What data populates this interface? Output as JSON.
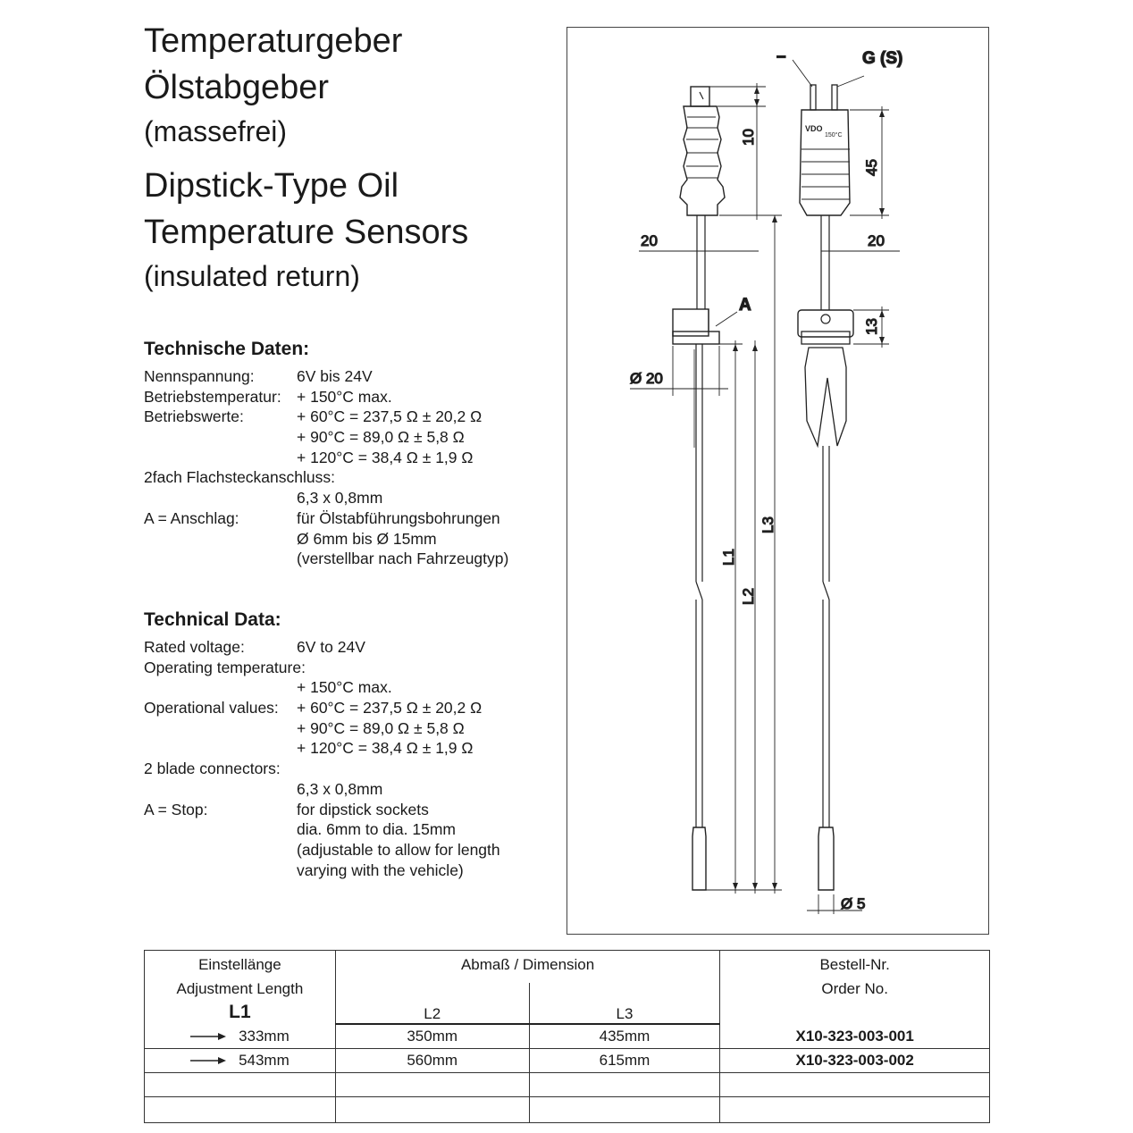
{
  "title": {
    "de_line1": "Temperaturgeber",
    "de_line2": "Ölstabgeber",
    "de_line3": "(massefrei)",
    "en_line1": "Dipstick-Type Oil",
    "en_line2": "Temperature Sensors",
    "en_line3": "(insulated return)"
  },
  "spec_de": {
    "heading": "Technische Daten:",
    "rows": [
      {
        "label": "Nennspannung:",
        "value": "6V bis 24V"
      },
      {
        "label": "Betriebstemperatur:",
        "value": "+ 150°C max."
      },
      {
        "label": "Betriebswerte:",
        "value": "+   60°C = 237,5 Ω ± 20,2 Ω"
      },
      {
        "label": "",
        "value": "+   90°C =   89,0 Ω ±   5,8 Ω"
      },
      {
        "label": "",
        "value": "+ 120°C =   38,4 Ω ±   1,9 Ω"
      },
      {
        "label": "2fach Flachsteckanschluss:",
        "value": ""
      },
      {
        "label": "",
        "value": "6,3 x 0,8mm"
      },
      {
        "label": "A = Anschlag:",
        "value": "für Ölstabführungsbohrungen"
      },
      {
        "label": "",
        "value": "Ø 6mm bis Ø 15mm"
      },
      {
        "label": "",
        "value": "(verstellbar nach Fahrzeugtyp)"
      }
    ]
  },
  "spec_en": {
    "heading": "Technical Data:",
    "rows": [
      {
        "label": "Rated voltage:",
        "value": "6V to 24V"
      },
      {
        "label": "Operating temperature:",
        "value": ""
      },
      {
        "label": "",
        "value": "+ 150°C max."
      },
      {
        "label": "Operational values:",
        "value": "+   60°C = 237,5 Ω ± 20,2 Ω"
      },
      {
        "label": "",
        "value": "+   90°C =   89,0 Ω ±   5,8 Ω"
      },
      {
        "label": "",
        "value": "+ 120°C =   38,4 Ω ±   1,9 Ω"
      },
      {
        "label": "2 blade connectors:",
        "value": ""
      },
      {
        "label": "",
        "value": "6,3 x 0,8mm"
      },
      {
        "label": "A = Stop:",
        "value": "for dipstick sockets"
      },
      {
        "label": "",
        "value": "dia. 6mm to dia. 15mm"
      },
      {
        "label": "",
        "value": "(adjustable to allow for length"
      },
      {
        "label": "",
        "value": "varying with the vehicle)"
      }
    ]
  },
  "drawing": {
    "label_minus": "–",
    "label_g": "G (S)",
    "label_a": "A",
    "dim_10": "10",
    "dim_45": "45",
    "dim_20_left": "20",
    "dim_20_right": "20",
    "dim_13": "13",
    "dim_dia20": "Ø 20",
    "dim_l1": "L1",
    "dim_l2": "L2",
    "dim_l3": "L3",
    "dim_dia5": "Ø 5",
    "brand_mark": "VDO",
    "temp_mark": "150°C"
  },
  "table": {
    "col1_de": "Einstellänge",
    "col1_en": "Adjustment Length",
    "col1_sym": "L1",
    "col_dim": "Abmaß / Dimension",
    "col2_sym": "L2",
    "col3_sym": "L3",
    "col4_de": "Bestell-Nr.",
    "col4_en": "Order No.",
    "rows": [
      {
        "l1": "333mm",
        "l2": "350mm",
        "l3": "435mm",
        "order": "X10-323-003-001"
      },
      {
        "l1": "543mm",
        "l2": "560mm",
        "l3": "615mm",
        "order": "X10-323-003-002"
      }
    ]
  }
}
